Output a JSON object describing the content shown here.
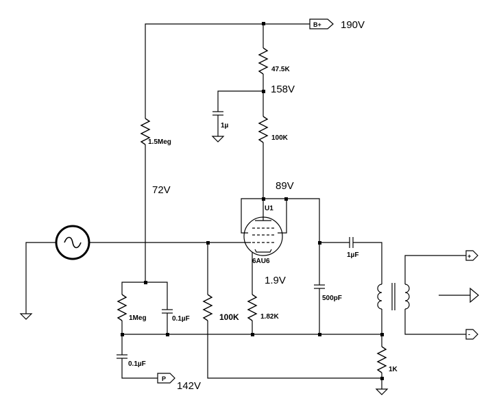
{
  "labels": {
    "r_plate_dropper": "47.5K",
    "r_plate": "100K",
    "r_grid_feed": "1.5Meg",
    "r_bias_lower": "1Meg",
    "r_grid_leak": "100K",
    "r_cathode": "1.82K",
    "r_output": "1K",
    "c_supply": "1µ",
    "c_bias": "0.1µF",
    "c_ground": "0.1µF",
    "c_coupling": "1µF",
    "c_filter": "500pF",
    "tube_ref": "U1",
    "tube_type": "6AU6",
    "port_bplus": "B+",
    "port_p": "P",
    "port_out_plus": "+",
    "port_out_minus": "-"
  },
  "voltages": {
    "bplus": "190V",
    "node_158": "158V",
    "plate": "89V",
    "bias": "72V",
    "cathode": "1.9V",
    "port_p": "142V"
  }
}
